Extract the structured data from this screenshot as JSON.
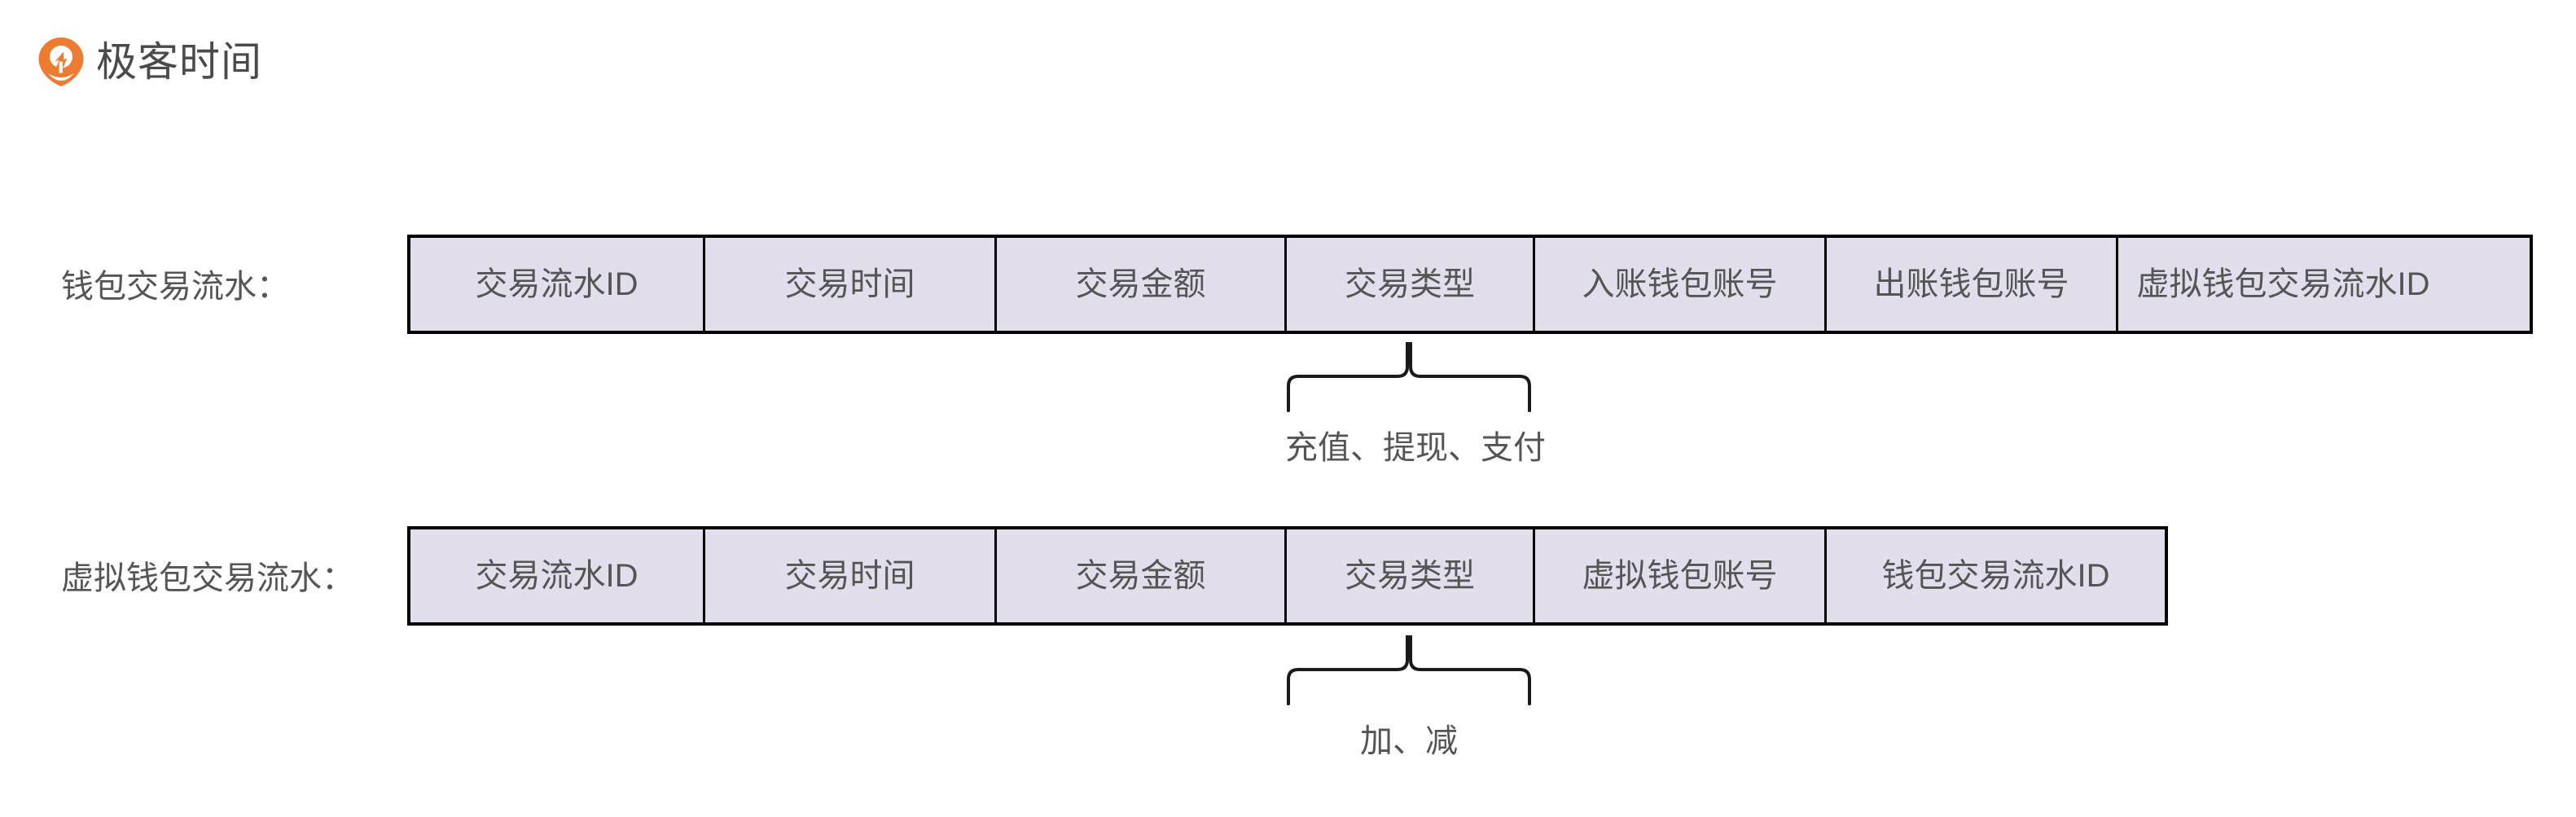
{
  "brand": {
    "name": "极客时间",
    "icon": "geektime-pin-icon",
    "accent_color": "#EE7B32",
    "text_color": "#4a4a4a"
  },
  "theme": {
    "cell_fill": "#E2DEEC",
    "border_color": "#000000",
    "text_color": "#555555",
    "page_background": "#ffffff"
  },
  "rows": [
    {
      "id": "wallet-transaction-record",
      "label": "钱包交易流水：",
      "cells": [
        "交易流水ID",
        "交易时间",
        "交易金额",
        "交易类型",
        "入账钱包账号",
        "出账钱包账号",
        "虚拟钱包交易流水ID"
      ],
      "annotation": {
        "target_cell": "交易类型",
        "text": "充值、提现、支付"
      }
    },
    {
      "id": "virtual-wallet-transaction-record",
      "label": "虚拟钱包交易流水：",
      "cells": [
        "交易流水ID",
        "交易时间",
        "交易金额",
        "交易类型",
        "虚拟钱包账号",
        "钱包交易流水ID"
      ],
      "annotation": {
        "target_cell": "交易类型",
        "text": "加、减"
      }
    }
  ]
}
